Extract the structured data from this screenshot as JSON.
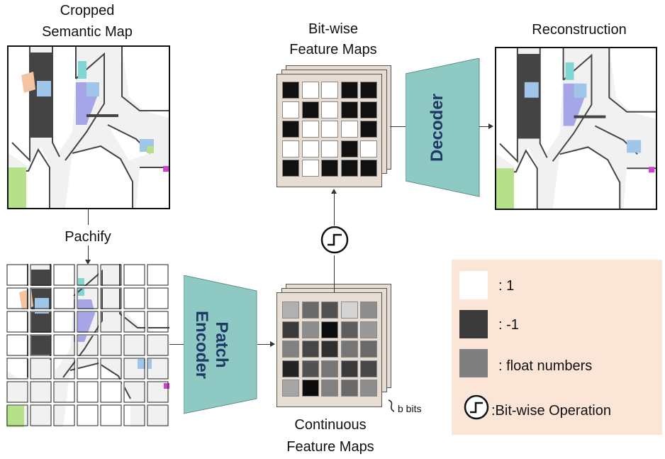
{
  "labels": {
    "cropped_line1": "Cropped",
    "cropped_line2": "Semantic Map",
    "bitwise_line1": "Bit-wise",
    "bitwise_line2": "Feature Maps",
    "reconstruction": "Reconstruction",
    "pachify": "Pachify",
    "patch_encoder_line1": "Patch",
    "patch_encoder_line2": "Encoder",
    "decoder": "Decoder",
    "continuous_line1": "Continuous",
    "continuous_line2": "Feature Maps",
    "b_bits": "b bits"
  },
  "legend": {
    "white": ": 1",
    "black": ": -1",
    "gray": ":  float numbers",
    "step": ":Bit-wise Operation"
  },
  "colors": {
    "trapezoid_fill": "#8ec9c3",
    "trapezoid_text": "#1f3864",
    "legend_bg": "#fbe5d6",
    "stack_fill": "#e7ddd3",
    "cell_black": "#111111",
    "cell_white": "#ffffff",
    "map_wall": "#444444",
    "map_floor": "#f1f1f1",
    "map_blue": "#9fc5e8",
    "map_purple": "#a5a5e8",
    "map_cyan": "#7fd6d2",
    "map_green": "#b6e08a",
    "map_peach": "#f4c3a0"
  },
  "bitwise_grid": [
    [
      1,
      0,
      0,
      1,
      1
    ],
    [
      0,
      1,
      0,
      1,
      1
    ],
    [
      1,
      0,
      0,
      0,
      1
    ],
    [
      0,
      0,
      0,
      1,
      0
    ],
    [
      1,
      0,
      1,
      1,
      1
    ]
  ],
  "continuous_grid": [
    [
      0.75,
      0.45,
      0.35,
      0.9,
      0.6
    ],
    [
      0.25,
      0.6,
      0.05,
      0.4,
      0.65
    ],
    [
      0.55,
      0.3,
      0.2,
      0.5,
      0.45
    ],
    [
      0.15,
      0.35,
      0.5,
      0.25,
      0.3
    ],
    [
      0.7,
      0.05,
      0.55,
      0.45,
      0.6
    ]
  ]
}
